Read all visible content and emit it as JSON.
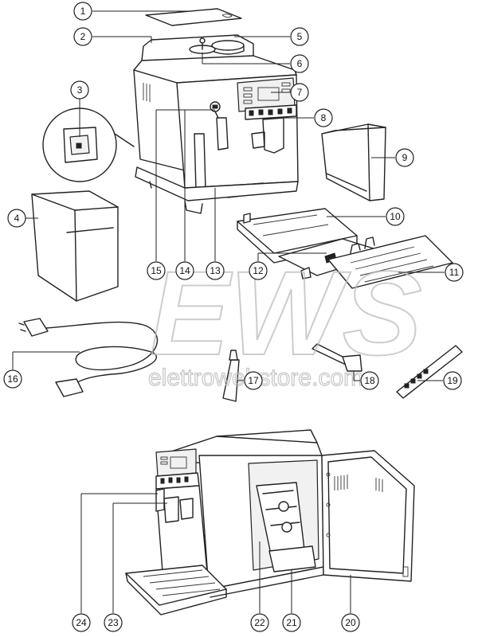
{
  "watermark": {
    "logo": "EWS",
    "site": "elettrowebstore.com"
  },
  "callouts": [
    {
      "id": "c1",
      "label": "1"
    },
    {
      "id": "c2",
      "label": "2"
    },
    {
      "id": "c3",
      "label": "3"
    },
    {
      "id": "c4",
      "label": "4"
    },
    {
      "id": "c5",
      "label": "5"
    },
    {
      "id": "c6",
      "label": "6"
    },
    {
      "id": "c7",
      "label": "7"
    },
    {
      "id": "c8",
      "label": "8"
    },
    {
      "id": "c9",
      "label": "9"
    },
    {
      "id": "c10",
      "label": "10"
    },
    {
      "id": "c11",
      "label": "11"
    },
    {
      "id": "c12",
      "label": "12"
    },
    {
      "id": "c13",
      "label": "13"
    },
    {
      "id": "c14",
      "label": "14"
    },
    {
      "id": "c15",
      "label": "15"
    },
    {
      "id": "c16",
      "label": "16"
    },
    {
      "id": "c17",
      "label": "17"
    },
    {
      "id": "c18",
      "label": "18"
    },
    {
      "id": "c19",
      "label": "19"
    },
    {
      "id": "c20",
      "label": "20"
    },
    {
      "id": "c21",
      "label": "21"
    },
    {
      "id": "c22",
      "label": "22"
    },
    {
      "id": "c23",
      "label": "23"
    },
    {
      "id": "c24",
      "label": "24"
    }
  ]
}
